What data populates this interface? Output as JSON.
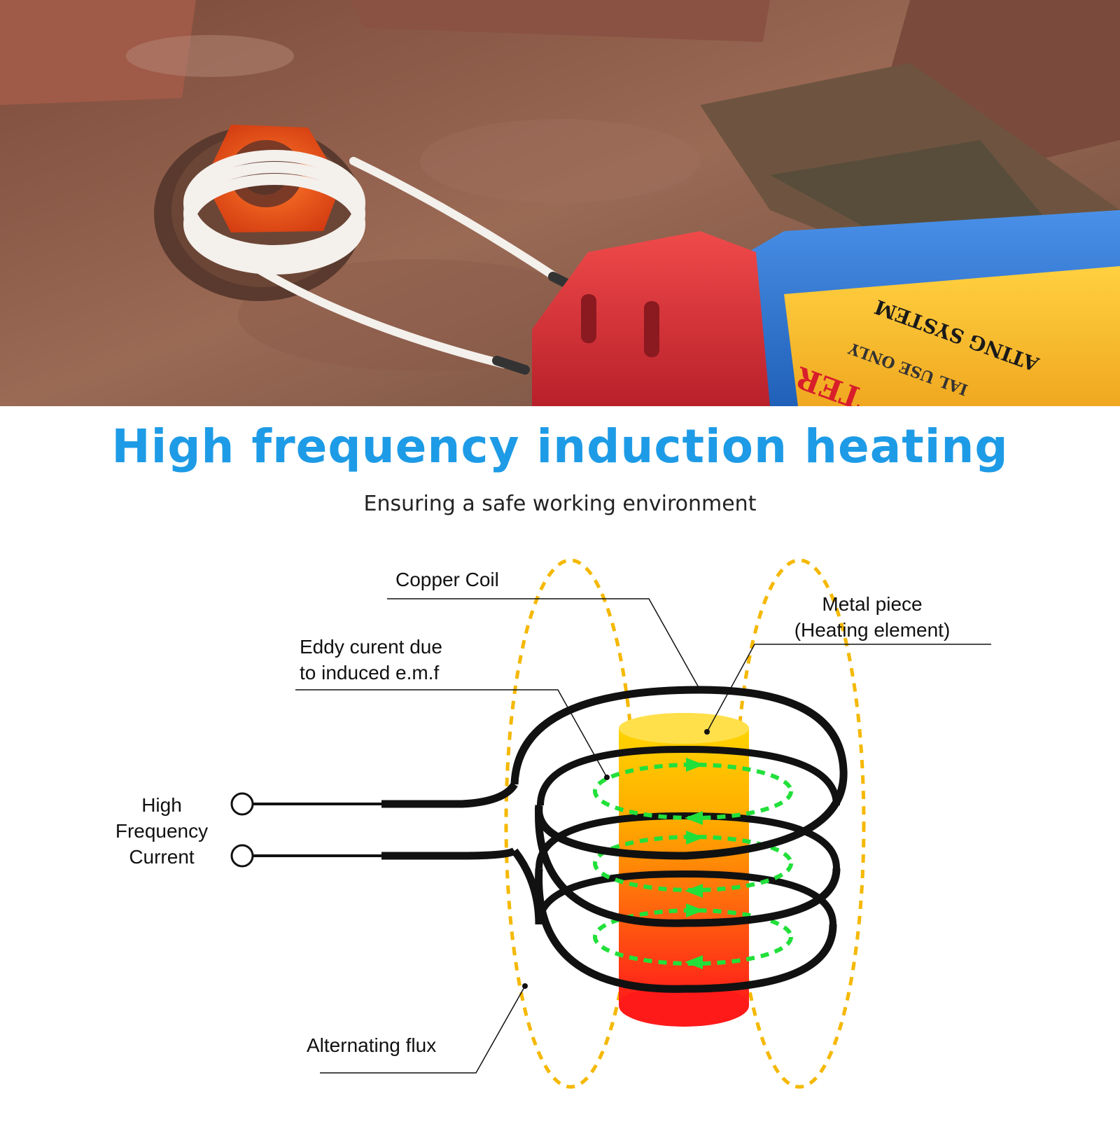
{
  "photo": {
    "product_label_line1": "ATING SYSTEM",
    "product_label_line2": "IAL USE ONLY",
    "product_brand_fragment": "TER"
  },
  "headline": "High frequency induction heating",
  "subline": "Ensuring a safe working environment",
  "diagram": {
    "labels": {
      "copper_coil": "Copper Coil",
      "metal_piece_line1": "Metal piece",
      "metal_piece_line2": "(Heating element)",
      "eddy_line1": "Eddy curent due",
      "eddy_line2": "to induced e.m.f",
      "hf_line1": "High",
      "hf_line2": "Frequency",
      "hf_line3": "Current",
      "flux": "Alternating flux"
    },
    "colors": {
      "coil": "#111111",
      "flux": "#f5b800",
      "eddy": "#22e03a",
      "metal_top": "#ffd400",
      "metal_bottom": "#ff1a1a"
    }
  }
}
